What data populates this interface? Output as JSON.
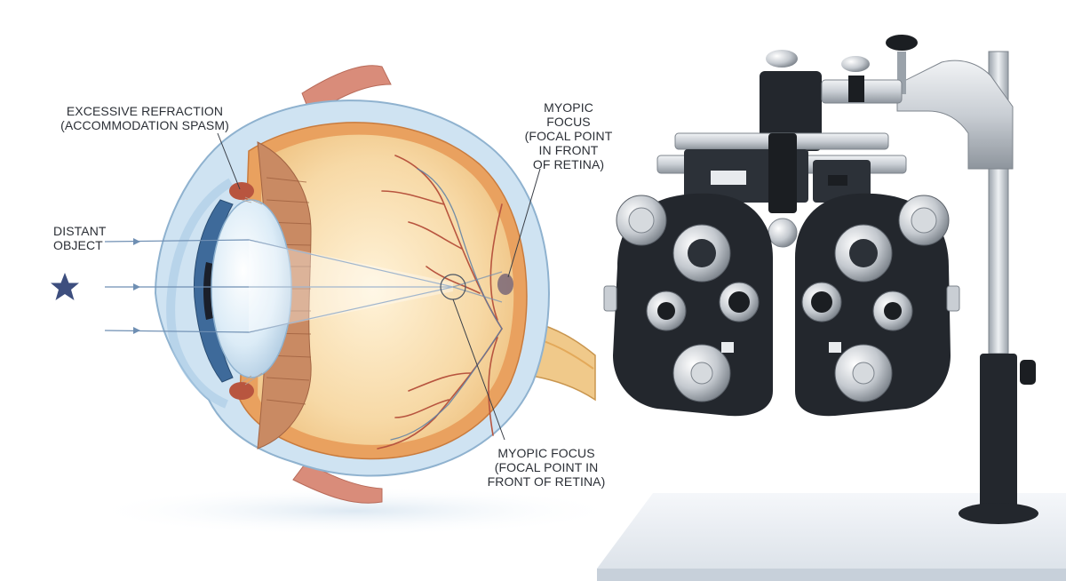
{
  "labels": {
    "excessive_refraction": [
      "EXCESSIVE REFRACTION",
      "(ACCOMMODATION SPASM)"
    ],
    "distant_object": [
      "DISTANT",
      "OBJECT"
    ],
    "myopic_focus_top": [
      "MYOPIC",
      "FOCUS",
      "(FOCAL POINT",
      "IN FRONT",
      "OF RETINA)"
    ],
    "myopic_focus_bottom": [
      "MYOPIC FOCUS",
      "(FOCAL POINT IN",
      "FRONT OF RETINA)"
    ]
  },
  "colors": {
    "sclera": "#cfe3f2",
    "vitreous": "#f7d9a6",
    "ciliary": "#c98a63",
    "lens": "#dcecf7",
    "iris": "#3e6a9a",
    "vessel": "#b8553f",
    "light_ray": "#6f8fb3",
    "star": "#3d4e7e",
    "phoropter_dark": "#23272d",
    "phoropter_silver": "#c9ced4",
    "table": "#eef2f6"
  },
  "icons": [
    "star-icon",
    "phoropter-icon",
    "eye-cross-section"
  ]
}
